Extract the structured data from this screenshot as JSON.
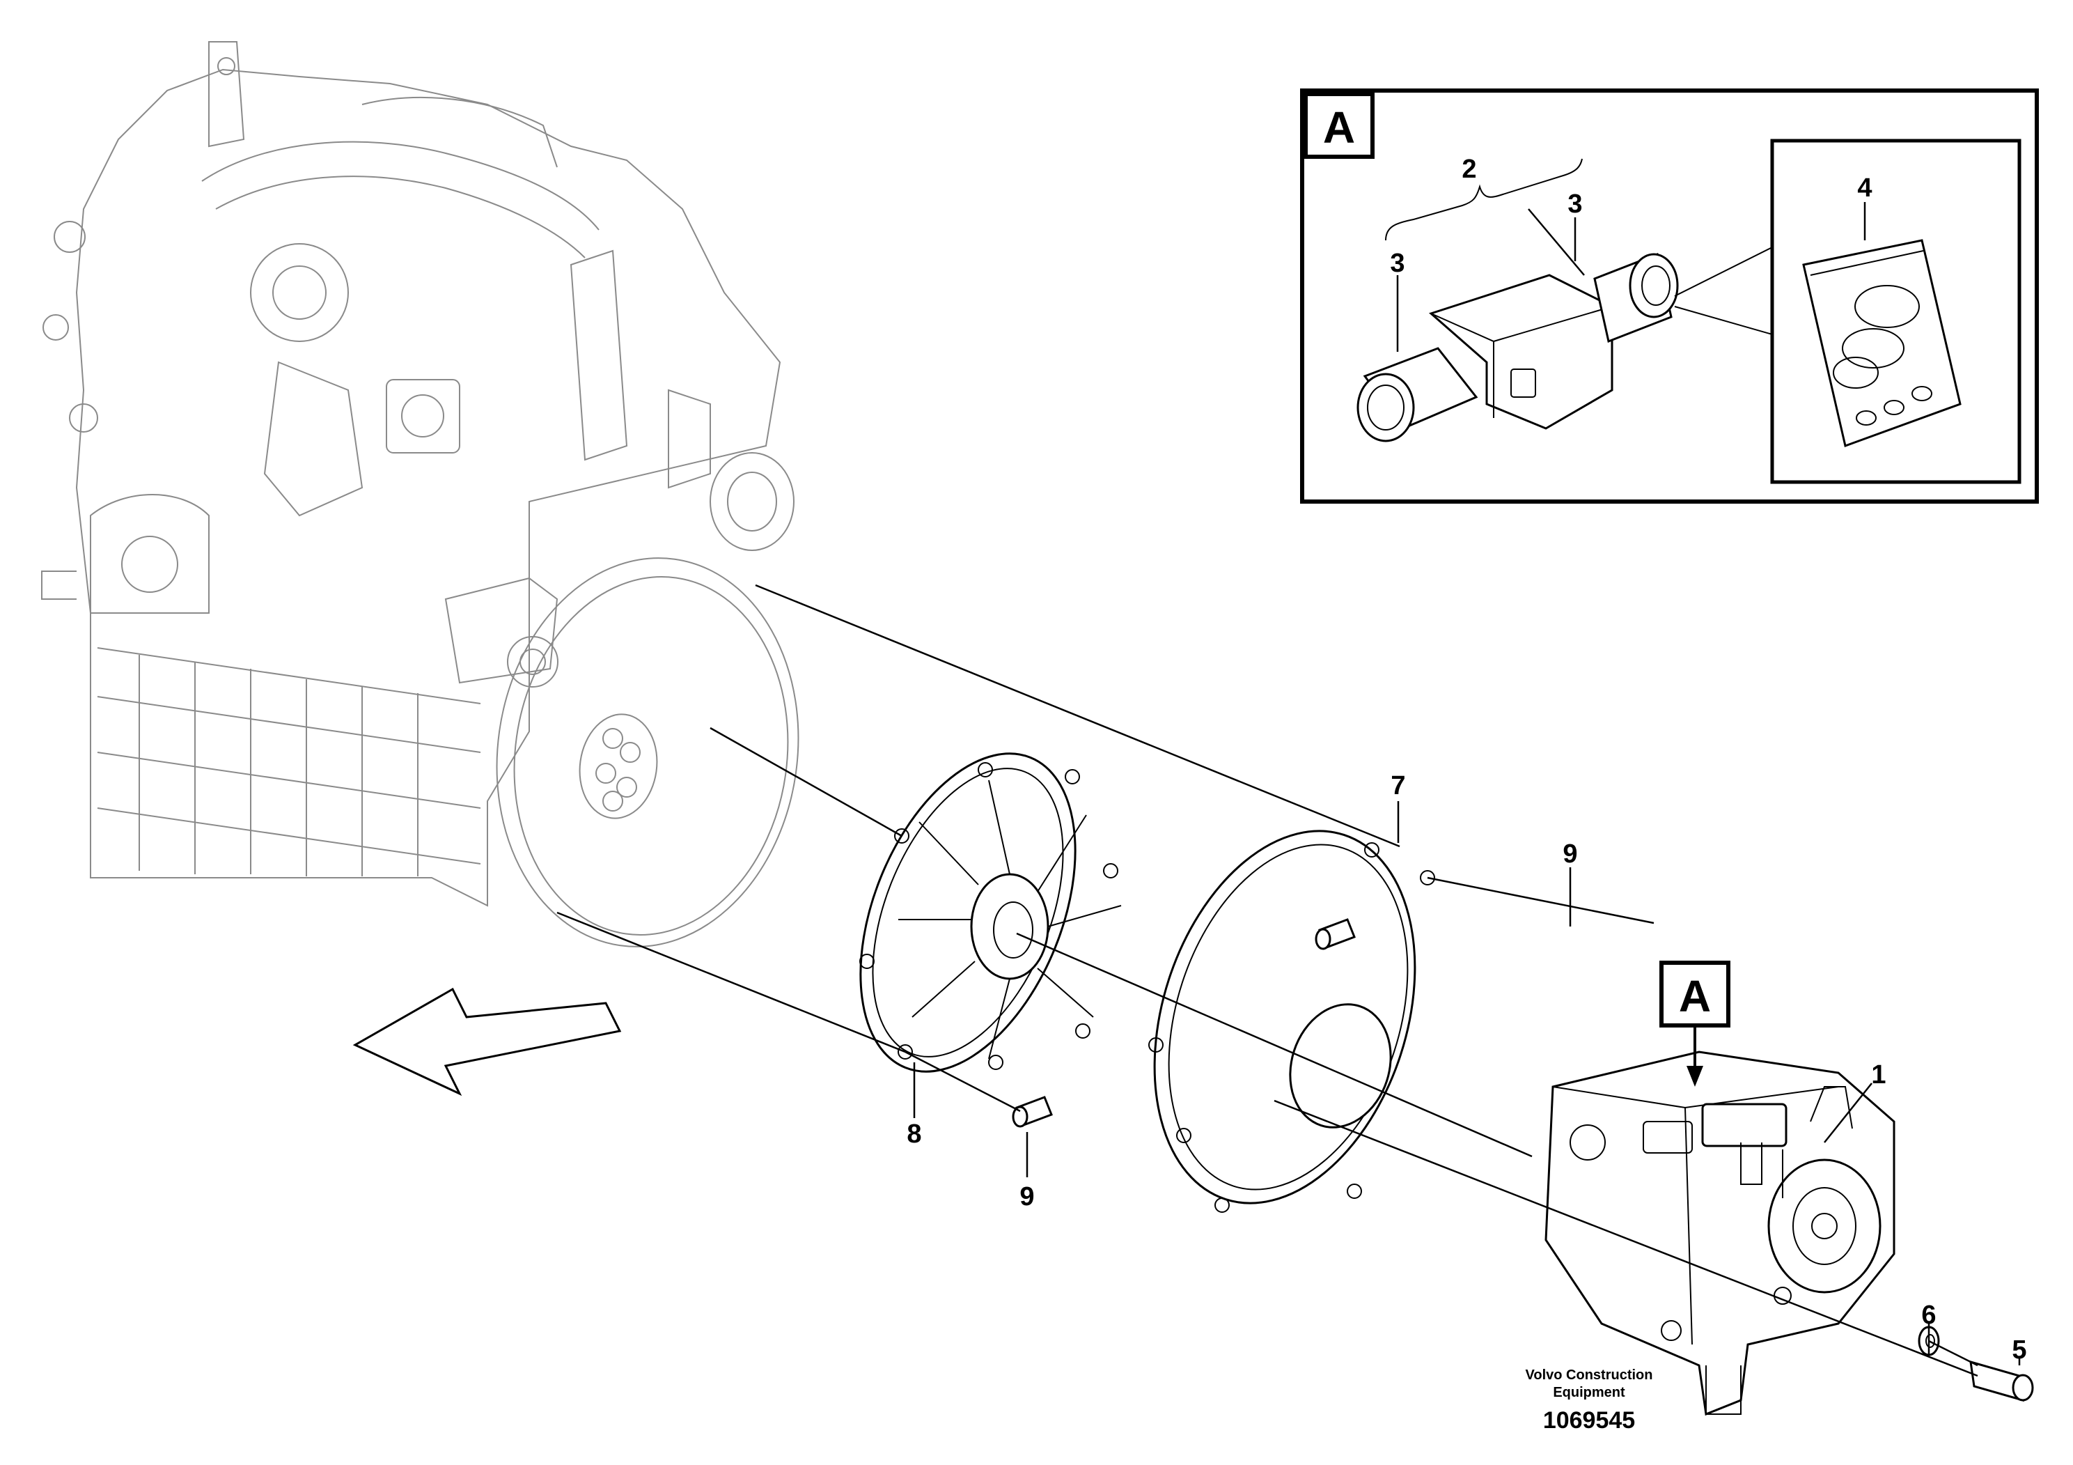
{
  "callouts": {
    "c1": "1",
    "c2": "2",
    "c3a": "3",
    "c3b": "3",
    "c4": "4",
    "c5": "5",
    "c6": "6",
    "c7": "7",
    "c8": "8",
    "c9a": "9",
    "c9b": "9"
  },
  "detail_box": {
    "label": "A"
  },
  "pump_marker": {
    "label": "A"
  },
  "footer": {
    "brand_line1": "Volvo Construction",
    "brand_line2": "Equipment",
    "drawing_number": "1069545"
  },
  "colors": {
    "ink": "#000000",
    "ghost": "#8a8a8a",
    "background": "#ffffff"
  }
}
